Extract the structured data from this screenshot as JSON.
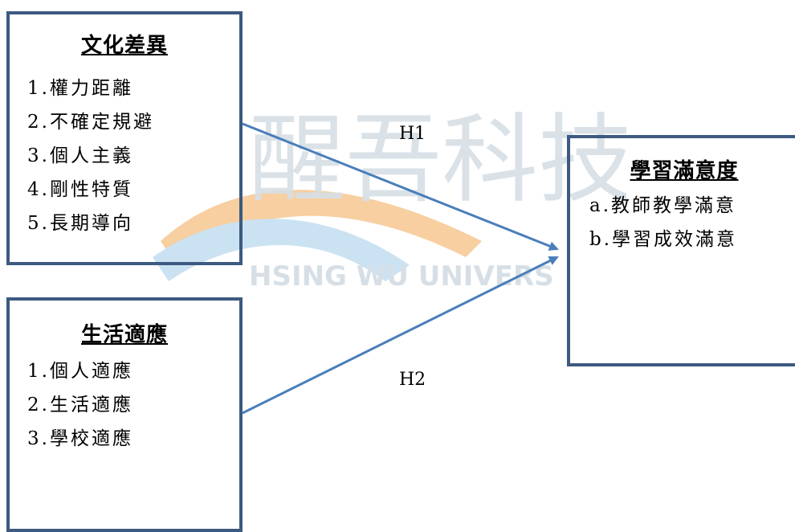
{
  "colors": {
    "box_border": "#3d5a80",
    "arrow": "#4a7ebb",
    "watermark_text": "#d7dfe6",
    "watermark_orange": "#f7cfa0",
    "watermark_blue": "#cbe2f2"
  },
  "watermark": {
    "chars": "醒吾科技大",
    "latin": "HSING WU UNIVERS"
  },
  "culture_box": {
    "title": "文化差異",
    "items": [
      "1.權力距離",
      "2.不確定規避",
      "3.個人主義",
      "4.剛性特質",
      "5.長期導向"
    ]
  },
  "life_box": {
    "title": "生活適應",
    "items": [
      "1.個人適應",
      "2.生活適應",
      "3.學校適應"
    ]
  },
  "satisfaction_box": {
    "title": "學習滿意度",
    "items": [
      "a.教師教學滿意",
      "b.學習成效滿意"
    ]
  },
  "hypotheses": {
    "h1": "H1",
    "h2": "H2"
  }
}
